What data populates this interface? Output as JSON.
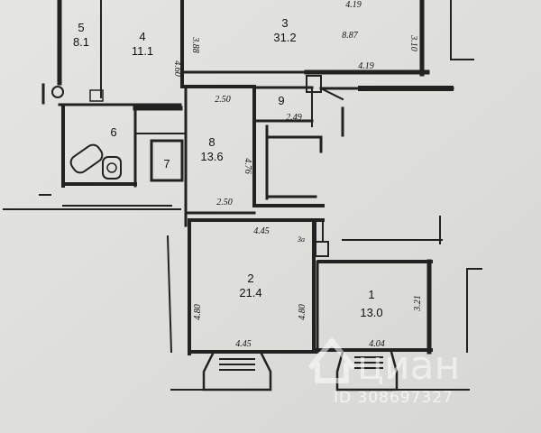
{
  "rooms": [
    {
      "num": "5",
      "area": "8.1"
    },
    {
      "num": "4",
      "area": "11.1"
    },
    {
      "num": "3",
      "area": "31.2"
    },
    {
      "num": "9",
      "area": ""
    },
    {
      "num": "6",
      "area": ""
    },
    {
      "num": "7",
      "area": ""
    },
    {
      "num": "8",
      "area": "13.6"
    },
    {
      "num": "2",
      "area": "21.4"
    },
    {
      "num": "1",
      "area": "13.0"
    }
  ],
  "dimensions": [
    "4.19",
    "3.88",
    "8.87",
    "3.10",
    "4.19",
    "4.60",
    "2.50",
    "2.49",
    "4.76",
    "2.50",
    "4.45",
    "4.80",
    "4.80",
    "4.45",
    "3.21",
    "4.04",
    "3a"
  ],
  "watermark": {
    "logo": "циан",
    "id": "ID 308697327"
  }
}
